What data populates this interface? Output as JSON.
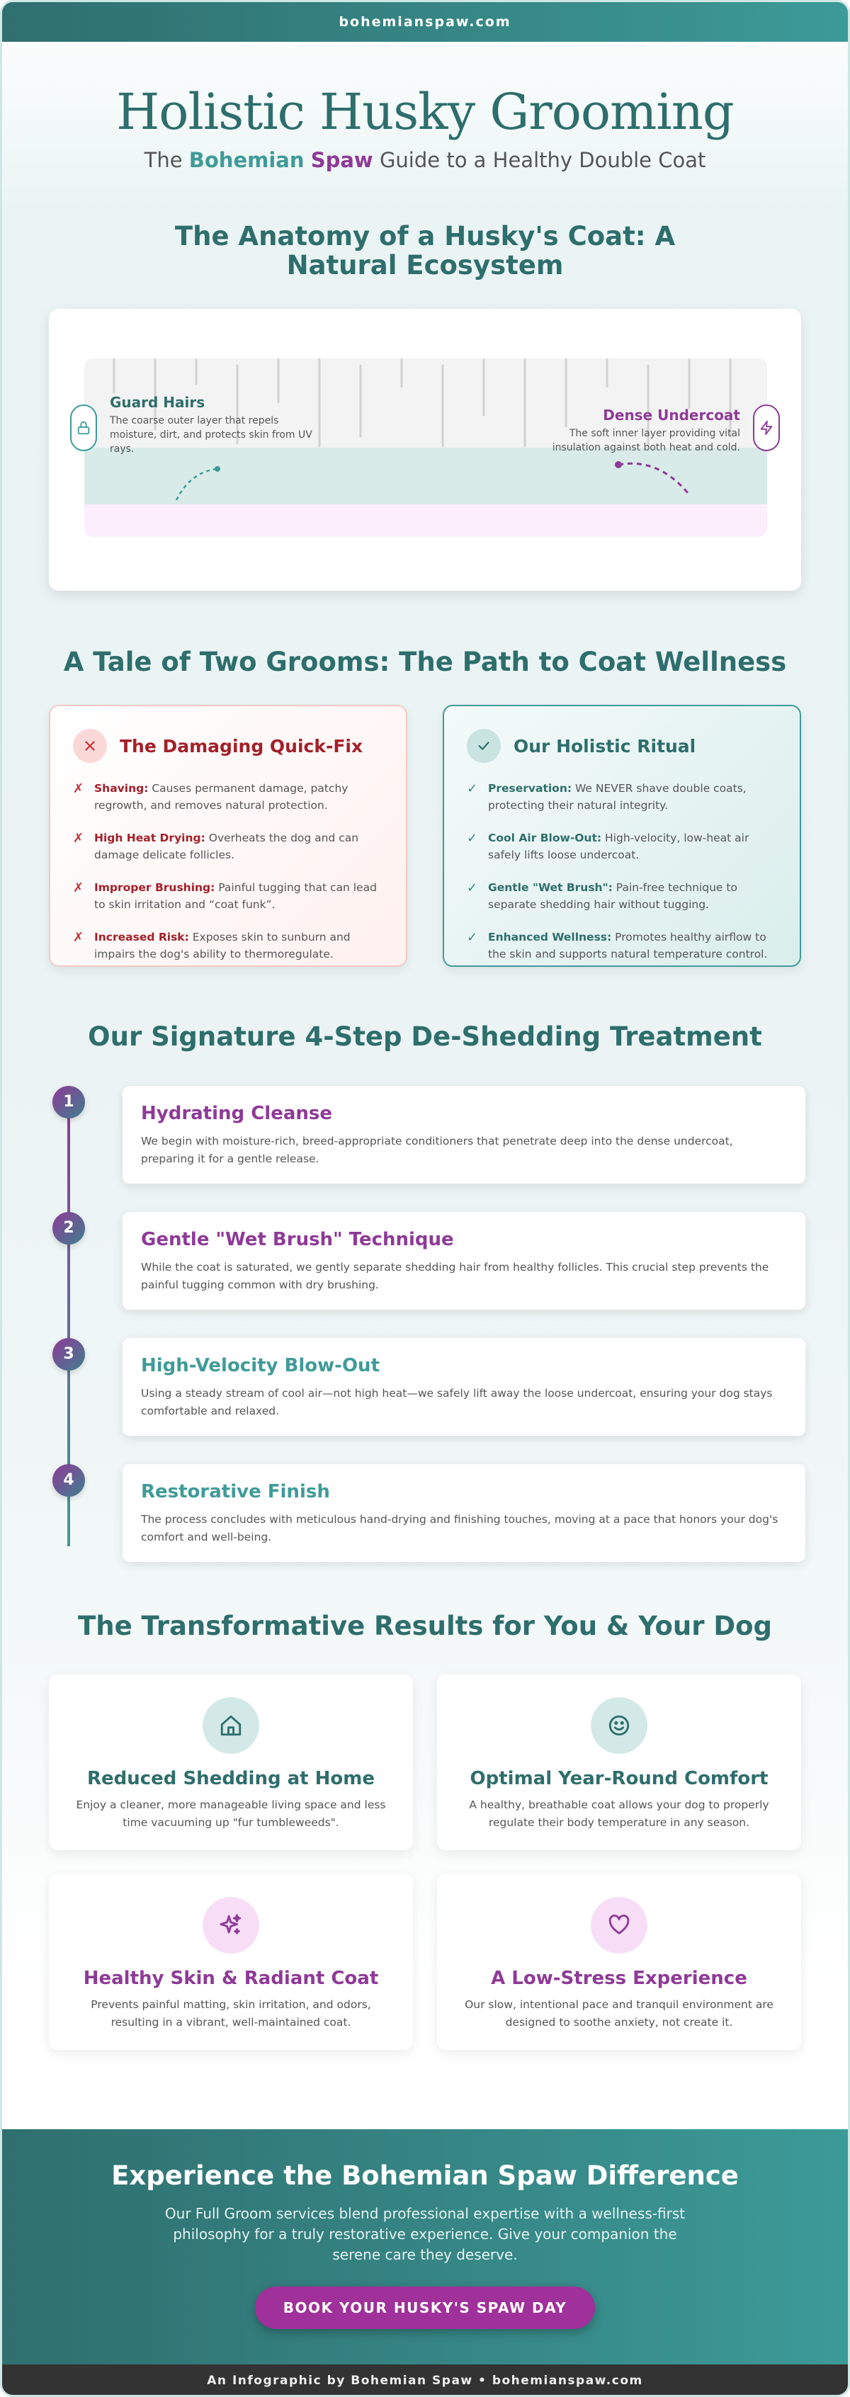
{
  "site": {
    "domain": "bohemianspaw.com"
  },
  "hero": {
    "title": "Holistic Husky Grooming",
    "subtitle_pre": "The ",
    "subtitle_brand1": "Bohemian",
    "subtitle_brand2": "Spaw",
    "subtitle_post": " Guide to a Healthy Double Coat"
  },
  "anatomy": {
    "title": "The Anatomy of a Husky's Coat: A Natural Ecosystem",
    "guard": {
      "title": "Guard Hairs",
      "text": "The coarse outer layer that repels moisture, dirt, and protects skin from UV rays.",
      "icon": "lock-icon"
    },
    "undercoat": {
      "title": "Dense Undercoat",
      "text": "The soft inner layer providing vital insulation against both heat and cold.",
      "icon": "lightning-icon"
    }
  },
  "compare": {
    "title": "A Tale of Two Grooms: The Path to Coat Wellness",
    "bad": {
      "title": "The Damaging Quick-Fix",
      "mark": "✗",
      "points": [
        {
          "term": "Shaving:",
          "text": " Causes permanent damage, patchy regrowth, and removes natural protection."
        },
        {
          "term": "High Heat Drying:",
          "text": " Overheats the dog and can damage delicate follicles."
        },
        {
          "term": "Improper Brushing:",
          "text": " Painful tugging that can lead to skin irritation and “coat funk”."
        },
        {
          "term": "Increased Risk:",
          "text": " Exposes skin to sunburn and impairs the dog's ability to thermoregulate."
        }
      ]
    },
    "good": {
      "title": "Our Holistic Ritual",
      "mark": "✓",
      "points": [
        {
          "term": "Preservation:",
          "text": " We NEVER shave double coats, protecting their natural integrity."
        },
        {
          "term": "Cool Air Blow-Out:",
          "text": " High-velocity, low-heat air safely lifts loose undercoat."
        },
        {
          "term": "Gentle \"Wet Brush\":",
          "text": " Pain-free technique to separate shedding hair without tugging."
        },
        {
          "term": "Enhanced Wellness:",
          "text": " Promotes healthy airflow to the skin and supports natural temperature control."
        }
      ]
    }
  },
  "steps": {
    "title": "Our Signature 4-Step De-Shedding Treatment",
    "items": [
      {
        "num": "1",
        "title": "Hydrating Cleanse",
        "text": "We begin with moisture-rich, breed-appropriate conditioners that penetrate deep into the dense undercoat, preparing it for a gentle release."
      },
      {
        "num": "2",
        "title": "Gentle \"Wet Brush\" Technique",
        "text": "While the coat is saturated, we gently separate shedding hair from healthy follicles. This crucial step prevents the painful tugging common with dry brushing."
      },
      {
        "num": "3",
        "title": "High-Velocity Blow-Out",
        "text": "Using a steady stream of cool air—not high heat—we safely lift away the loose undercoat, ensuring your dog stays comfortable and relaxed."
      },
      {
        "num": "4",
        "title": "Restorative Finish",
        "text": "The process concludes with meticulous hand-drying and finishing touches, moving at a pace that honors your dog's comfort and well-being."
      }
    ]
  },
  "results": {
    "title": "The Transformative Results for You & Your Dog",
    "items": [
      {
        "title": "Reduced Shedding at Home",
        "text": "Enjoy a cleaner, more manageable living space and less time vacuuming up \"fur tumbleweeds\".",
        "icon": "home-icon"
      },
      {
        "title": "Optimal Year-Round Comfort",
        "text": "A healthy, breathable coat allows your dog to properly regulate their body temperature in any season.",
        "icon": "smile-icon"
      },
      {
        "title": "Healthy Skin & Radiant Coat",
        "text": "Prevents painful matting, skin irritation, and odors, resulting in a vibrant, well-maintained coat.",
        "icon": "sparkle-icon"
      },
      {
        "title": "A Low-Stress Experience",
        "text": "Our slow, intentional pace and tranquil environment are designed to soothe anxiety, not create it.",
        "icon": "heart-icon"
      }
    ]
  },
  "cta": {
    "title": "Experience the Bohemian Spaw Difference",
    "text": "Our Full Groom services blend professional expertise with a wellness-first philosophy for a truly restorative experience. Give your companion the serene care they deserve.",
    "button": "BOOK YOUR HUSKY'S SPAW DAY"
  },
  "footer": {
    "text": "An Infographic by Bohemian Spaw • bohemianspaw.com"
  },
  "colors": {
    "teal": "#3f9b98",
    "dark_teal": "#2e6e6c",
    "purple": "#8e3a97",
    "red": "#a3202a"
  }
}
